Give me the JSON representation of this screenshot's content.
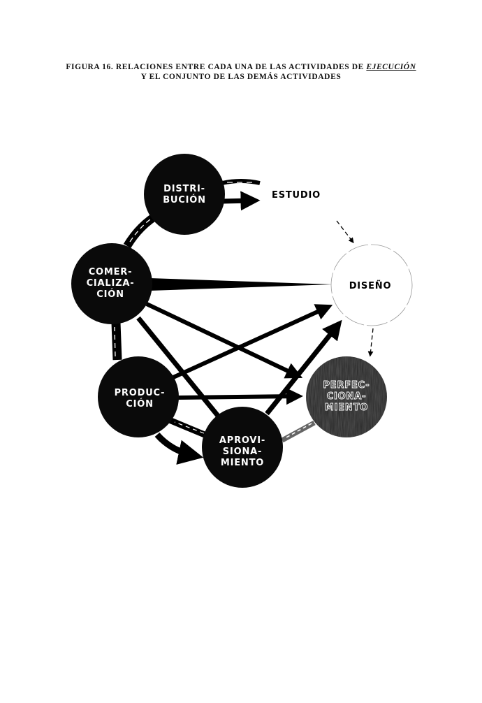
{
  "caption": {
    "line1_prefix": "FIGURA 16.  RELACIONES ENTRE CADA UNA DE LAS ACTIVIDADES DE ",
    "line1_emph": "EJECUCIÓN",
    "line2": "Y EL CONJUNTO DE LAS DEMÁS ACTIVIDADES"
  },
  "nodes": {
    "distribucion": [
      "DISTRI-",
      "BUCIÓN"
    ],
    "comercializacion": [
      "COMER-",
      "CIALIZA-",
      "CIÓN"
    ],
    "produccion": [
      "PRODUC-",
      "CIÓN"
    ],
    "aprovisionamiento": [
      "APROVI-",
      "SIONA-",
      "MIENTO"
    ],
    "perfeccionamiento": [
      "PERFEC-",
      "CIONA-",
      "MIENTO"
    ],
    "diseno": [
      "DISEÑO"
    ],
    "estudio": "ESTUDIO"
  },
  "colors": {
    "node_fill": "#0a0a0a",
    "perfeccionamiento_fill": "#2a2a2a",
    "diseno_outline": "#999999"
  }
}
